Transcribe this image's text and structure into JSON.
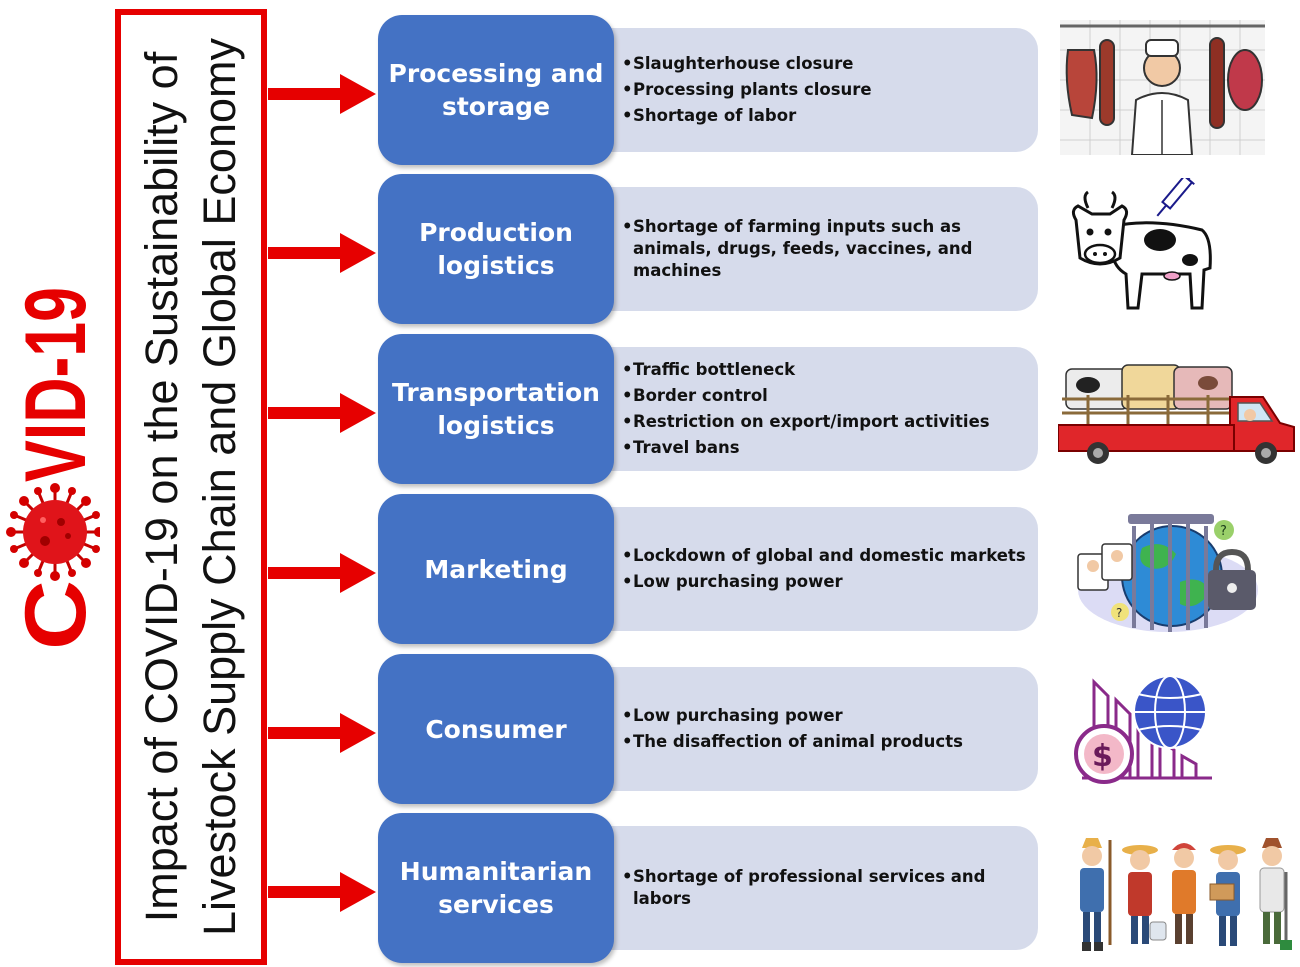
{
  "title": "Impact of COVID-19 on the Sustainability of Livestock Supply Chain and Global Economy",
  "logo": {
    "text_before": "C",
    "text_after": "VID-19",
    "color": "#e60000"
  },
  "colors": {
    "accent_red": "#e60000",
    "category_blue": "#4472c4",
    "detail_bg": "#d6dbeb"
  },
  "categories": [
    {
      "label": "Processing and storage",
      "icon": "butcher-shop-icon",
      "items": [
        "Slaughterhouse closure",
        "Processing plants closure",
        "Shortage of labor"
      ]
    },
    {
      "label": "Production logistics",
      "icon": "cow-vaccine-icon",
      "items": [
        "Shortage of farming inputs such as animals, drugs, feeds, vaccines, and machines"
      ]
    },
    {
      "label": "Transportation logistics",
      "icon": "livestock-truck-icon",
      "items": [
        "Traffic bottleneck",
        "Border control",
        "Restriction on export/import activities",
        "Travel bans"
      ]
    },
    {
      "label": "Marketing",
      "icon": "locked-globe-icon",
      "items": [
        "Lockdown of global and domestic markets",
        "Low purchasing power"
      ]
    },
    {
      "label": "Consumer",
      "icon": "economy-decline-icon",
      "items": [
        "Low purchasing power",
        "The disaffection of animal products"
      ]
    },
    {
      "label": "Humanitarian services",
      "icon": "farm-workers-icon",
      "items": [
        "Shortage of professional services and labors"
      ]
    }
  ]
}
